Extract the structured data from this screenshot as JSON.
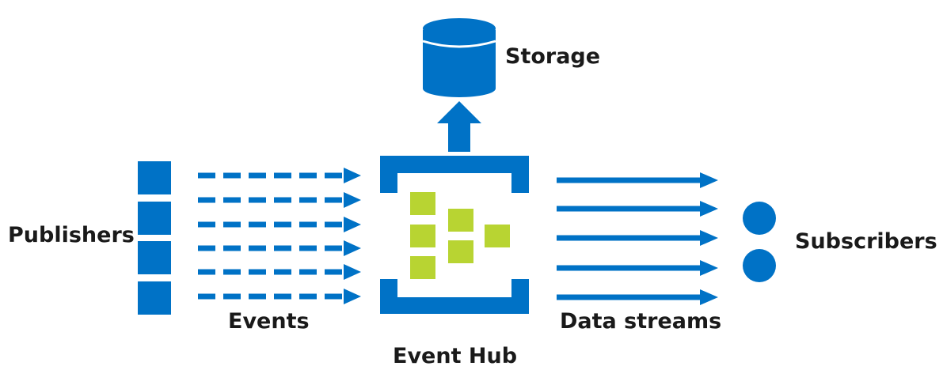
{
  "labels": {
    "storage": "Storage",
    "publishers": "Publishers",
    "events": "Events",
    "event_hub": "Event Hub",
    "data_streams": "Data streams",
    "subscribers": "Subscribers"
  },
  "colors": {
    "primary": "#0072C6",
    "accent": "#B8D432",
    "text": "#1a1a1a"
  },
  "counts": {
    "publishers": 4,
    "event_arrows": 6,
    "data_streams": 5,
    "subscribers": 2
  }
}
